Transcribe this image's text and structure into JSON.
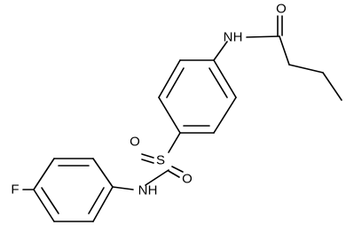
{
  "molecule": {
    "atoms": {
      "amide_n": "N",
      "amide_h": "H",
      "carbonyl_o": "O",
      "sulfur": "S",
      "sulfonyl_o_left": "O",
      "sulfonyl_o_right": "O",
      "sulfonamide_n": "N",
      "sulfonamide_h": "H",
      "fluorine": "F"
    }
  }
}
